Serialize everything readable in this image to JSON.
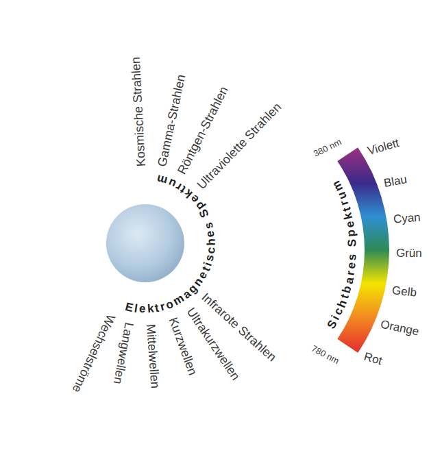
{
  "diagram": {
    "labels": [
      "Kosmische Strahlen",
      "Gamma-Strahlen",
      "Röntgen-Strahlen",
      "Ultraviolette Strahlen",
      "Elektromagnetisches Spektrum",
      "Infrarote Strahlen",
      "Ultrakurzwellen",
      "Kurzwellen",
      "Mittelwellen",
      "Langwellen",
      "Wechselströme",
      "Sichtbares Spektrum",
      "380 nm",
      "Violett",
      "Blau",
      "Cyan",
      "Grün",
      "Gelb",
      "Orange",
      "Rot",
      "780 nm"
    ]
  }
}
